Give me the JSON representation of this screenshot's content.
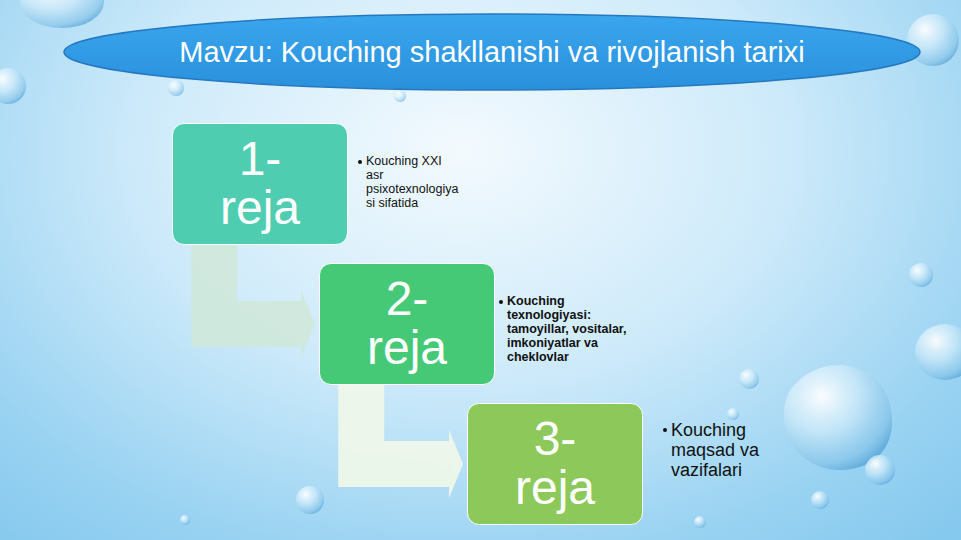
{
  "diagram": {
    "title": "Mavzu: Kouching shakllanishi va rivojlanish tarixi",
    "nodes": [
      {
        "text": [
          "1-reja",
          "Kouching XXI asr psixotexnologiyasi sifatida"
        ]
      },
      {
        "text": [
          "2-reja",
          "Kouching texnologiyasi: tamoyillar, vositalar, imkoniyatlar va cheklovlar"
        ]
      },
      {
        "text": [
          "3-reja",
          "Kouching maqsad va vazifalari"
        ]
      }
    ],
    "edges": [
      {
        "from": 0,
        "to": 1,
        "arrow": "to"
      },
      {
        "from": 1,
        "to": 2,
        "arrow": "to"
      }
    ]
  }
}
